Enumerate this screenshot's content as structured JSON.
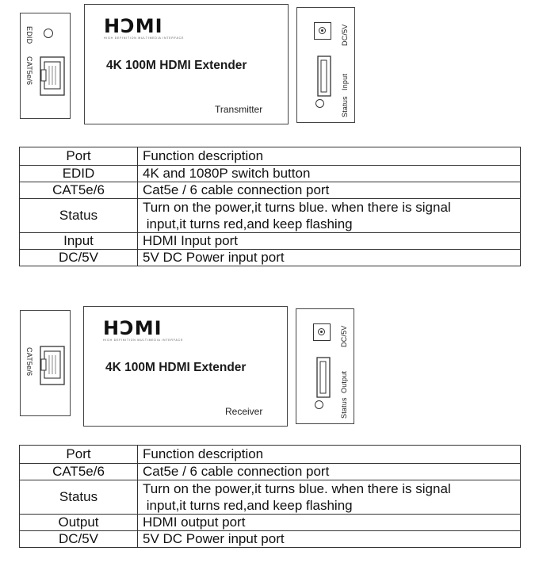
{
  "transmitter": {
    "left_panel": {
      "edid_label": "EDID",
      "cat_label": "CAT5e/6"
    },
    "center": {
      "logo": "HƆMI",
      "logo_sub": "HIGH DEFINITION MULTIMEDIA INTERFACE",
      "model": "4K 100M HDMI Extender",
      "unit": "Transmitter"
    },
    "right_panel": {
      "dc_label": "DC/5V",
      "port_label": "Input",
      "status_label": "Status"
    }
  },
  "transmitter_table": {
    "headers": [
      "Port",
      "Function description"
    ],
    "rows": [
      {
        "port": "EDID",
        "desc": [
          "4K and 1080P switch button"
        ]
      },
      {
        "port": "CAT5e/6",
        "desc": [
          "Cat5e / 6 cable connection port"
        ]
      },
      {
        "port": "Status",
        "desc": [
          "Turn on the power,it turns blue. when there is signal",
          " input,it turns red,and keep flashing"
        ]
      },
      {
        "port": "Input",
        "desc": [
          "HDMI Input port"
        ]
      },
      {
        "port": "DC/5V",
        "desc": [
          "5V DC Power input port"
        ]
      }
    ]
  },
  "receiver": {
    "left_panel": {
      "cat_label": "CAT5e/6"
    },
    "center": {
      "logo": "HƆMI",
      "logo_sub": "HIGH DEFINITION MULTIMEDIA INTERFACE",
      "model": "4K 100M HDMI Extender",
      "unit": "Receiver"
    },
    "right_panel": {
      "dc_label": "DC/5V",
      "port_label": "Output",
      "status_label": "Status"
    }
  },
  "receiver_table": {
    "headers": [
      "Port",
      "Function description"
    ],
    "rows": [
      {
        "port": "CAT5e/6",
        "desc": [
          "Cat5e / 6 cable connection port"
        ]
      },
      {
        "port": "Status",
        "desc": [
          "Turn on the power,it turns blue. when there is signal",
          " input,it turns red,and keep flashing"
        ]
      },
      {
        "port": "Output",
        "desc": [
          "HDMI output port"
        ]
      },
      {
        "port": "DC/5V",
        "desc": [
          "5V DC Power input port"
        ]
      }
    ]
  }
}
